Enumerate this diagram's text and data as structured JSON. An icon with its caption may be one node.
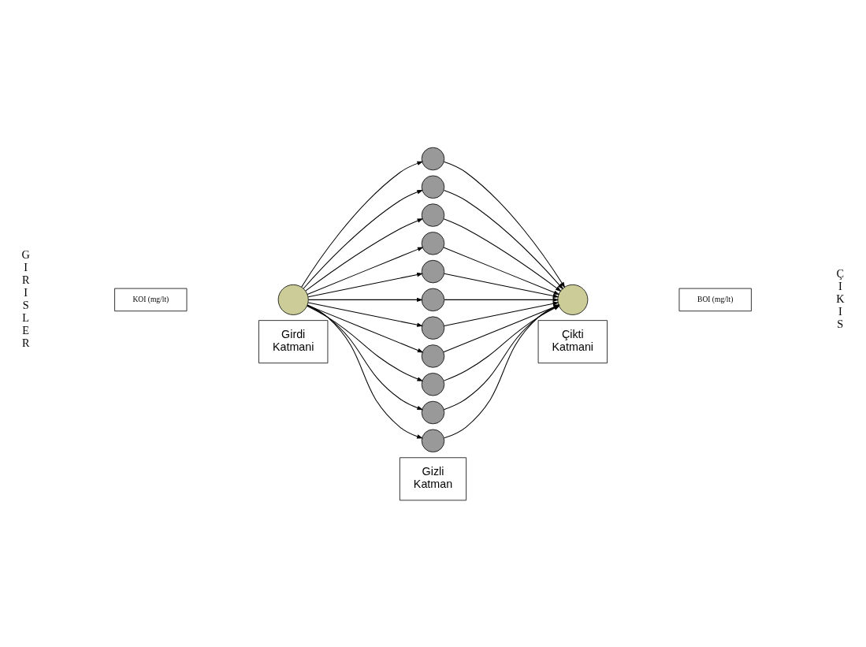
{
  "diagram": {
    "nodes": [
      {
        "text": [
          "KOI (mg/lt)"
        ]
      },
      {
        "text": [],
        "shape": "circle"
      },
      {
        "text": [],
        "shape": "circle"
      },
      {
        "text": [],
        "shape": "circle"
      },
      {
        "text": [],
        "shape": "circle"
      },
      {
        "text": [],
        "shape": "circle"
      },
      {
        "text": [],
        "shape": "circle"
      },
      {
        "text": [],
        "shape": "circle"
      },
      {
        "text": [],
        "shape": "circle"
      },
      {
        "text": [],
        "shape": "circle"
      },
      {
        "text": [],
        "shape": "circle"
      },
      {
        "text": [],
        "shape": "circle"
      },
      {
        "text": [],
        "shape": "circle"
      },
      {
        "text": [],
        "shape": "circle"
      },
      {
        "text": [
          "BOI (mg/lt)"
        ]
      },
      {
        "text": [
          "Girdi Katmani"
        ]
      },
      {
        "text": [
          "Gizli Katman"
        ]
      },
      {
        "text": [
          "Çikti Katmani"
        ]
      }
    ],
    "edges": [
      {
        "from": 1,
        "to": 2,
        "arrow": "to"
      },
      {
        "from": 1,
        "to": 3,
        "arrow": "to"
      },
      {
        "from": 1,
        "to": 4,
        "arrow": "to"
      },
      {
        "from": 1,
        "to": 5,
        "arrow": "to"
      },
      {
        "from": 1,
        "to": 6,
        "arrow": "to"
      },
      {
        "from": 1,
        "to": 7,
        "arrow": "to"
      },
      {
        "from": 1,
        "to": 8,
        "arrow": "to"
      },
      {
        "from": 1,
        "to": 9,
        "arrow": "to"
      },
      {
        "from": 1,
        "to": 10,
        "arrow": "to"
      },
      {
        "from": 1,
        "to": 11,
        "arrow": "to"
      },
      {
        "from": 1,
        "to": 12,
        "arrow": "to"
      },
      {
        "from": 2,
        "to": 13,
        "arrow": "to"
      },
      {
        "from": 3,
        "to": 13,
        "arrow": "to"
      },
      {
        "from": 4,
        "to": 13,
        "arrow": "to"
      },
      {
        "from": 5,
        "to": 13,
        "arrow": "to"
      },
      {
        "from": 6,
        "to": 13,
        "arrow": "to"
      },
      {
        "from": 7,
        "to": 13,
        "arrow": "to"
      },
      {
        "from": 8,
        "to": 13,
        "arrow": "to"
      },
      {
        "from": 9,
        "to": 13,
        "arrow": "to"
      },
      {
        "from": 10,
        "to": 13,
        "arrow": "to"
      },
      {
        "from": 11,
        "to": 13,
        "arrow": "to"
      },
      {
        "from": 12,
        "to": 13,
        "arrow": "to"
      }
    ],
    "labels": [
      "GIRISLER",
      "ÇIKIS"
    ]
  }
}
